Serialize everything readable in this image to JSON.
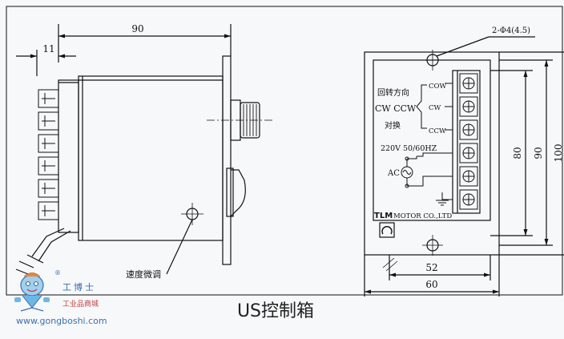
{
  "dimensions": {
    "overall_depth": "90",
    "terminal_depth": "11",
    "mounting_holes": "2-Φ4(4.5)",
    "height_inner": "80",
    "height_outer": "90",
    "height_total": "100",
    "hole_spacing": "52",
    "width": "60"
  },
  "labels": {
    "rotation_direction": "回转方向",
    "cw_ccw": "CW CCW",
    "switch": "对换",
    "cow": "COW",
    "cw": "CW",
    "ccw": "CCW",
    "voltage": "220V  50/60HZ",
    "ac": "AC",
    "brand": "TLM",
    "brand_rest": "MOTOR CO.,LTD",
    "speed_knob": "速度微调"
  },
  "caption": "US控制箱",
  "watermark": {
    "name": "工博士",
    "sub": "工业品商城",
    "url": "www.gongboshi.com",
    "reg": "®"
  },
  "colors": {
    "line": "#111111",
    "background": "#f7f8fa",
    "watermark_blue": "#3a6fb0",
    "watermark_red": "#c04040"
  }
}
